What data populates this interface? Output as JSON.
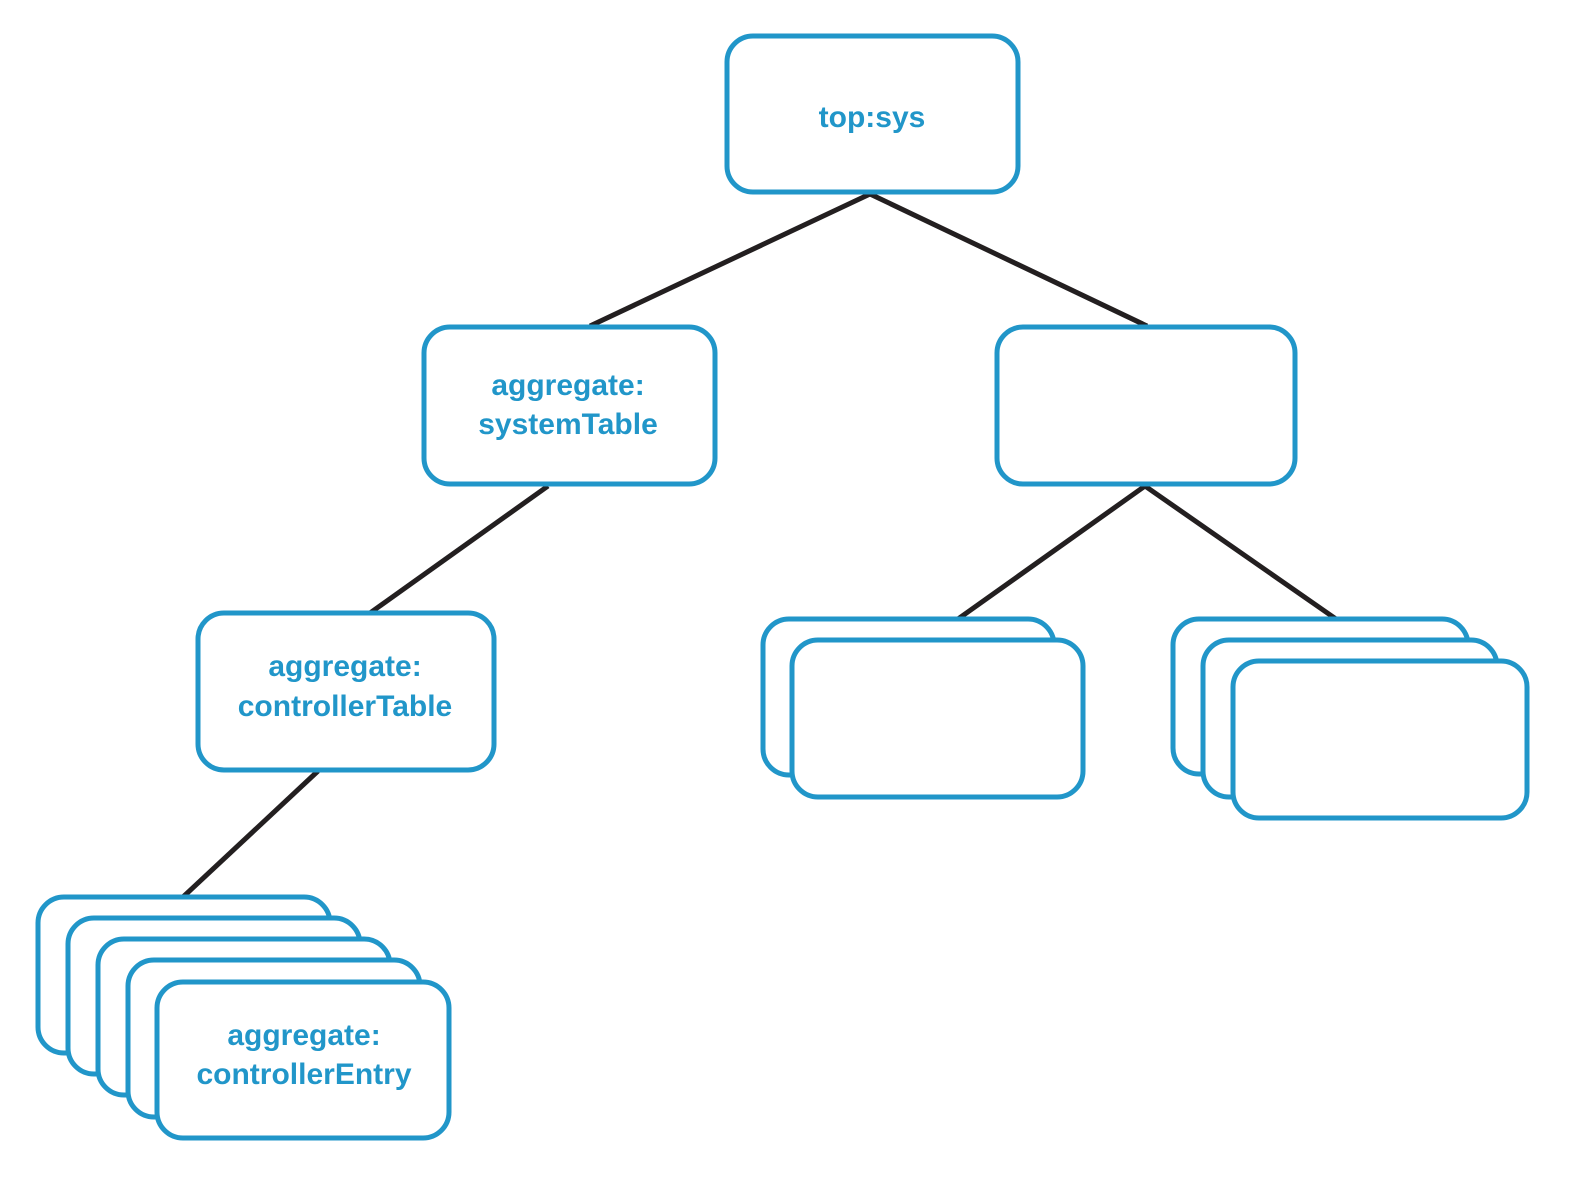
{
  "diagram": {
    "root": {
      "label": "top:sys"
    },
    "system_table": {
      "line1": "aggregate:",
      "line2": "systemTable"
    },
    "controller_table": {
      "line1": "aggregate:",
      "line2": "controllerTable"
    },
    "controller_entry": {
      "line1": "aggregate:",
      "line2": "controllerEntry"
    },
    "right_branch": {
      "label": ""
    },
    "right_left_stack": {
      "label": ""
    },
    "right_right_stack": {
      "label": ""
    }
  },
  "colors": {
    "accent": "#2196c9",
    "edge": "#231f20",
    "background": "#ffffff"
  }
}
